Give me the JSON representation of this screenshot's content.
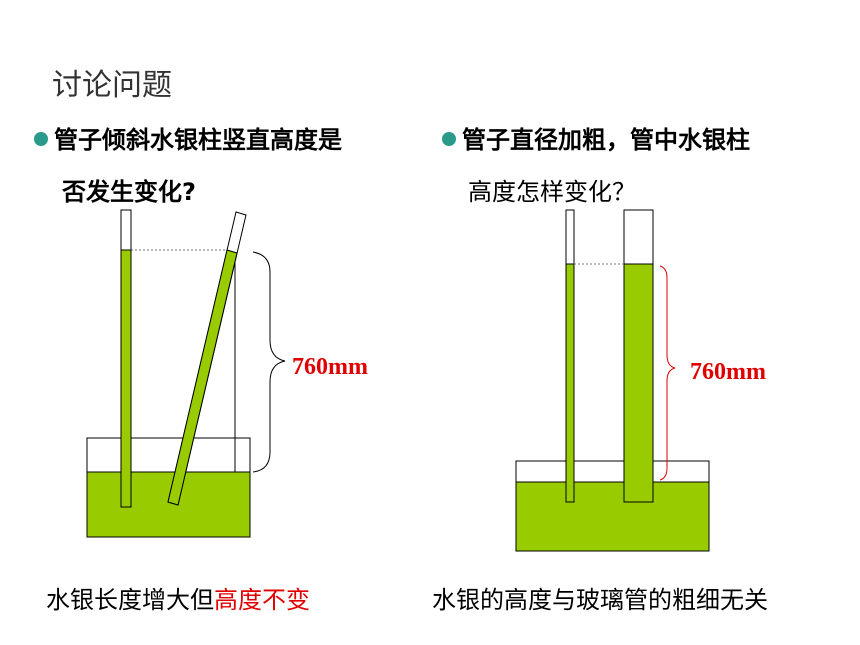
{
  "title": "讨论问题",
  "left": {
    "question_line1": "管子倾斜水银柱竖直高度是",
    "question_line2": "否发生变化?",
    "height_label": "760mm",
    "conclusion_normal": "水银长度增大但",
    "conclusion_red": "高度不变"
  },
  "right": {
    "question_line1": "管子直径加粗，管中水银柱",
    "question_line2": "高度怎样变化？",
    "height_label": "760mm",
    "conclusion": "水银的高度与玻璃管的粗细无关"
  },
  "colors": {
    "mercury": "#99cc00",
    "bullet": "#2a9a8a",
    "highlight": "#e00000"
  }
}
